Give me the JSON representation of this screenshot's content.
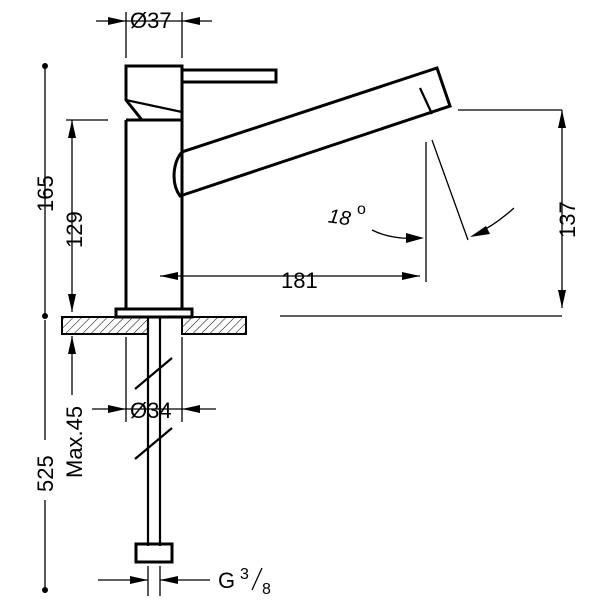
{
  "dimensions": {
    "body_diameter": "Ø37",
    "overall_height": "165",
    "body_height": "129",
    "spout_reach": "181",
    "spout_outlet_height": "137",
    "spout_angle": "18",
    "spout_angle_unit": "o",
    "mounting_hole": "Ø34",
    "max_deck_thickness": "Max.45",
    "hose_length": "525",
    "connection_thread": "G",
    "thread_num": "3",
    "thread_den": "8"
  },
  "colors": {
    "line": "#000000",
    "hatch": "#000000",
    "background": "#ffffff"
  }
}
